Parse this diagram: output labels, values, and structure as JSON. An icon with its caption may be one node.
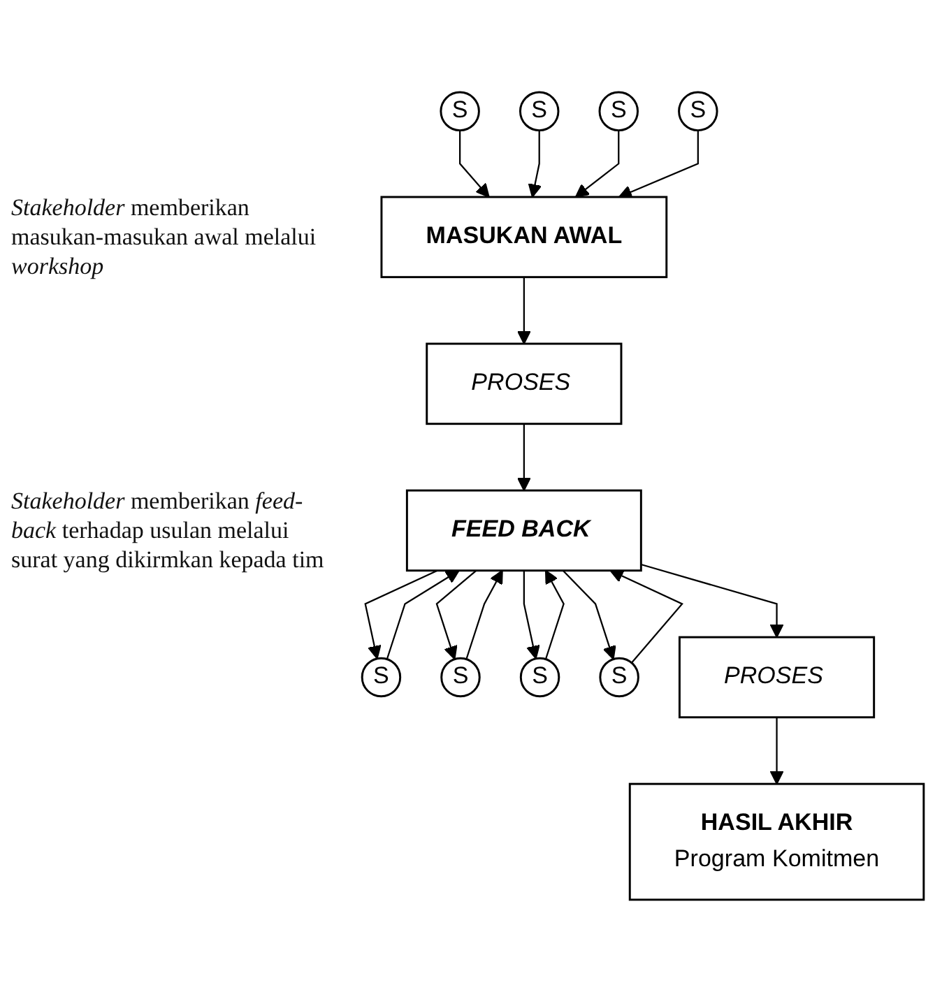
{
  "diagram": {
    "nodes": [
      {
        "text": [
          "S"
        ]
      },
      {
        "text": [
          "S"
        ]
      },
      {
        "text": [
          "S"
        ]
      },
      {
        "text": [
          "S"
        ]
      },
      {
        "text": [
          "MASUKAN AWAL"
        ]
      },
      {
        "text": [
          "PROSES"
        ]
      },
      {
        "text": [
          "S"
        ]
      },
      {
        "text": [
          "S"
        ]
      },
      {
        "text": [
          "FEED BACK"
        ]
      },
      {
        "text": [
          "S"
        ]
      },
      {
        "text": [
          "S"
        ]
      },
      {
        "text": [
          "PROSES"
        ]
      },
      {
        "text": [
          "HASIL AKHIR",
          "Program Komitmen"
        ]
      }
    ],
    "edges": [
      {
        "from": 0,
        "to": 4,
        "arrow": "to"
      },
      {
        "from": 1,
        "to": 4,
        "arrow": "to"
      },
      {
        "from": 2,
        "to": 4,
        "arrow": "to"
      },
      {
        "from": 3,
        "to": 4,
        "arrow": "to"
      },
      {
        "from": 4,
        "to": 5,
        "arrow": "to"
      },
      {
        "from": 5,
        "to": 8,
        "arrow": "to"
      },
      {
        "from": 6,
        "to": 8,
        "arrow": "to"
      },
      {
        "from": 8,
        "to": 6,
        "arrow": "to"
      },
      {
        "from": 7,
        "to": 8,
        "arrow": "to"
      },
      {
        "from": 8,
        "to": 7,
        "arrow": "to"
      },
      {
        "from": 9,
        "to": 8,
        "arrow": "to"
      },
      {
        "from": 8,
        "to": 9,
        "arrow": "to"
      },
      {
        "from": 10,
        "to": 8,
        "arrow": "to"
      },
      {
        "from": 8,
        "to": 10,
        "arrow": "to"
      },
      {
        "from": 8,
        "to": 11,
        "arrow": "to"
      },
      {
        "from": 11,
        "to": 12,
        "arrow": "to"
      }
    ],
    "labels": [
      "*Stakeholder* memberikan masukan-masukan awal melalui *workshop*",
      "*Stakeholder* memberikan *feed-back* terhadap usulan melalui surat yang dikirmkan kepada tim"
    ]
  }
}
